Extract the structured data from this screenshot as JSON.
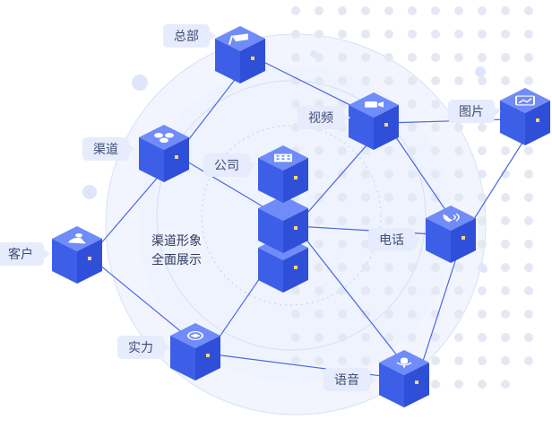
{
  "colors": {
    "cube_top": "#6f8cf8",
    "cube_left": "#3d5fe8",
    "cube_right": "#2f4fd8",
    "link": "#4a66e6",
    "tag_bg": "#e6ecfc",
    "tag_text": "#3f4d75",
    "halo": "#e7ecfb"
  },
  "center": {
    "line1": "渠道形象",
    "line2": "全面展示"
  },
  "nodes": [
    {
      "id": "hq",
      "label": "总部",
      "icon": "flag-icon"
    },
    {
      "id": "video",
      "label": "视频",
      "icon": "video-camera-icon"
    },
    {
      "id": "image",
      "label": "图片",
      "icon": "image-icon"
    },
    {
      "id": "channel",
      "label": "渠道",
      "icon": "cluster-icon"
    },
    {
      "id": "company",
      "label": "公司",
      "icon": "building-icon"
    },
    {
      "id": "phone",
      "label": "电话",
      "icon": "phone-icon"
    },
    {
      "id": "customer",
      "label": "客户",
      "icon": "person-icon"
    },
    {
      "id": "strength",
      "label": "实力",
      "icon": "handshake-icon"
    },
    {
      "id": "voice",
      "label": "语音",
      "icon": "microphone-icon"
    }
  ]
}
